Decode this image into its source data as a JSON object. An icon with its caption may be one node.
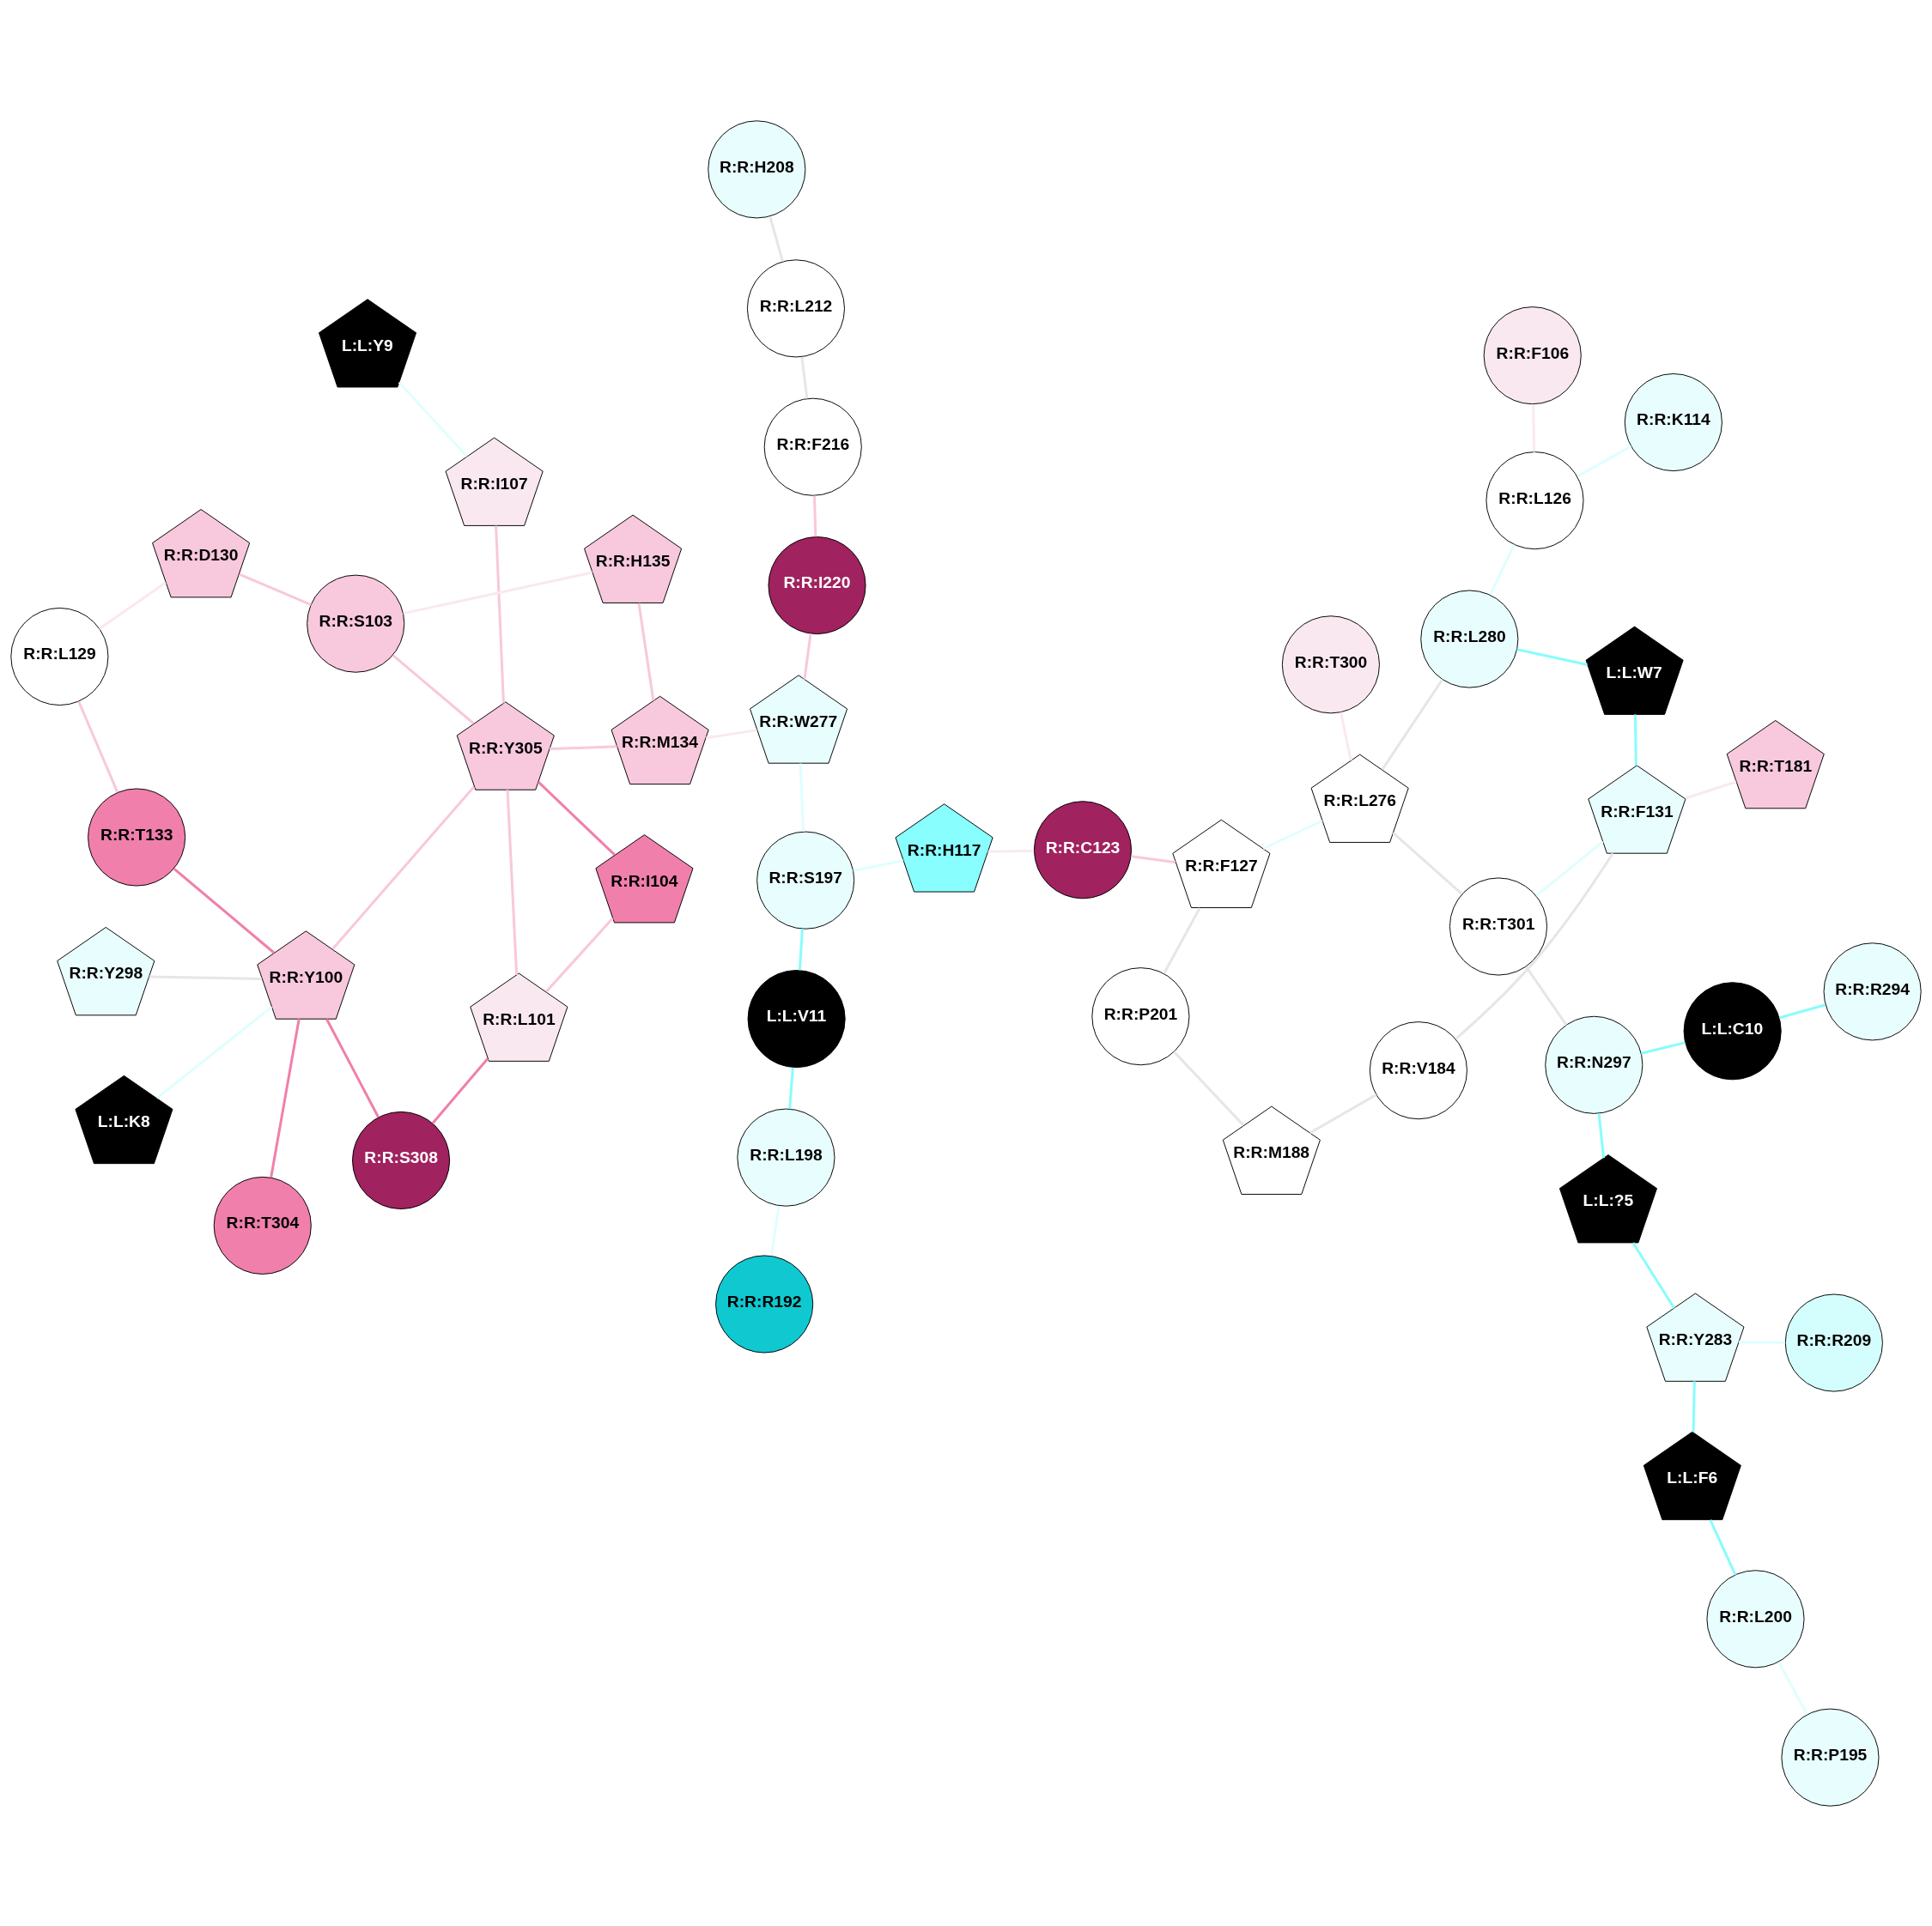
{
  "diagram": {
    "nodes": [
      {
        "text": [
          "R:R:R209"
        ]
      },
      {
        "text": [
          "R:R:T133"
        ]
      },
      {
        "text": [
          "R:R:M134"
        ]
      },
      {
        "text": [
          "R:R:T300"
        ]
      },
      {
        "text": [
          "R:R:T304"
        ]
      },
      {
        "text": [
          "R:R:I220"
        ]
      },
      {
        "text": [
          "R:R:L198"
        ]
      },
      {
        "text": [
          "R:R:Y283"
        ]
      },
      {
        "text": [
          "R:R:N297"
        ]
      },
      {
        "text": [
          "R:R:S308"
        ]
      },
      {
        "text": [
          "R:R:S197"
        ]
      },
      {
        "text": [
          "R:R:L200"
        ]
      },
      {
        "text": [
          "R:R:F216"
        ]
      },
      {
        "text": [
          "R:R:L101"
        ]
      },
      {
        "text": [
          "R:R:R294"
        ]
      },
      {
        "text": [
          "R:R:P201"
        ]
      },
      {
        "text": [
          "L:L:?5"
        ]
      },
      {
        "text": [
          "R:R:H208"
        ]
      },
      {
        "text": [
          "L:L:V11"
        ]
      },
      {
        "text": [
          "L:L:F6"
        ]
      },
      {
        "text": [
          "R:R:S103"
        ]
      },
      {
        "text": [
          "R:R:L126"
        ]
      },
      {
        "text": [
          "R:R:F127"
        ]
      },
      {
        "text": [
          "R:R:P195"
        ]
      },
      {
        "text": [
          "R:R:Y305"
        ]
      },
      {
        "text": [
          "L:L:C10"
        ]
      },
      {
        "text": [
          "L:L:W7"
        ]
      },
      {
        "text": [
          "R:R:I104"
        ]
      },
      {
        "text": [
          "R:R:F131"
        ]
      },
      {
        "text": [
          "R:R:R192"
        ]
      },
      {
        "text": [
          "R:R:T301"
        ]
      },
      {
        "text": [
          "L:L:Y9"
        ]
      },
      {
        "text": [
          "L:L:K8"
        ]
      },
      {
        "text": [
          "R:R:L212"
        ]
      },
      {
        "text": [
          "R:R:F106"
        ]
      },
      {
        "text": [
          "R:R:V184"
        ]
      },
      {
        "text": [
          "R:R:L276"
        ]
      },
      {
        "text": [
          "R:R:W277"
        ]
      },
      {
        "text": [
          "R:R:Y298"
        ]
      },
      {
        "text": [
          "R:R:T181"
        ]
      },
      {
        "text": [
          "R:R:D130"
        ]
      },
      {
        "text": [
          "R:R:I107"
        ]
      },
      {
        "text": [
          "R:R:Y100"
        ]
      },
      {
        "text": [
          "R:R:L280"
        ]
      },
      {
        "text": [
          "R:R:K114"
        ]
      },
      {
        "text": [
          "R:R:H135"
        ]
      },
      {
        "text": [
          "R:R:H117"
        ]
      },
      {
        "text": [
          "R:R:L129"
        ]
      },
      {
        "text": [
          "R:R:M188"
        ]
      },
      {
        "text": [
          "R:R:C123"
        ]
      }
    ],
    "edges": [
      {
        "from": 5,
        "to": 12,
        "arrow": "none",
        "color": "#f8c8dc"
      },
      {
        "from": 5,
        "to": 37,
        "arrow": "none",
        "color": "#f8c8dc"
      },
      {
        "from": 3,
        "to": 36,
        "arrow": "none",
        "color": "#fae8f0"
      },
      {
        "from": 0,
        "to": 7,
        "arrow": "none",
        "color": "#e0fefe"
      },
      {
        "from": 1,
        "to": 47,
        "arrow": "none",
        "color": "#f8c8dc"
      },
      {
        "from": 1,
        "to": 42,
        "arrow": "none",
        "color": "#f07fab"
      },
      {
        "from": 2,
        "to": 45,
        "arrow": "none",
        "color": "#f8c8dc"
      },
      {
        "from": 2,
        "to": 24,
        "arrow": "none",
        "color": "#f8c8dc"
      },
      {
        "from": 2,
        "to": 37,
        "arrow": "none",
        "color": "#fae8f0"
      },
      {
        "from": 7,
        "to": 16,
        "arrow": "none",
        "color": "#88fcfc"
      },
      {
        "from": 7,
        "to": 19,
        "arrow": "none",
        "color": "#88fcfc"
      },
      {
        "from": 8,
        "to": 16,
        "arrow": "none",
        "color": "#88fcfc"
      },
      {
        "from": 8,
        "to": 25,
        "arrow": "none",
        "color": "#88fcfc"
      },
      {
        "from": 8,
        "to": 30,
        "arrow": "none",
        "color": "#e6e6e6"
      },
      {
        "from": 6,
        "to": 18,
        "arrow": "none",
        "color": "#88fcfc"
      },
      {
        "from": 6,
        "to": 29,
        "arrow": "none",
        "color": "#e0fefe"
      },
      {
        "from": 10,
        "to": 18,
        "arrow": "none",
        "color": "#88fcfc"
      },
      {
        "from": 10,
        "to": 37,
        "arrow": "none",
        "color": "#e0fefe"
      },
      {
        "from": 11,
        "to": 19,
        "arrow": "none",
        "color": "#88fcfc"
      },
      {
        "from": 11,
        "to": 23,
        "arrow": "none",
        "color": "#e0fefe"
      },
      {
        "from": 9,
        "to": 13,
        "arrow": "none",
        "color": "#f07fab"
      },
      {
        "from": 9,
        "to": 42,
        "arrow": "none",
        "color": "#f07fab"
      },
      {
        "from": 4,
        "to": 42,
        "arrow": "none",
        "color": "#f07fab"
      },
      {
        "from": 13,
        "to": 24,
        "arrow": "none",
        "color": "#f8c8dc"
      },
      {
        "from": 13,
        "to": 27,
        "arrow": "none",
        "color": "#f8c8dc"
      },
      {
        "from": 20,
        "to": 24,
        "arrow": "none",
        "color": "#f8c8dc"
      },
      {
        "from": 20,
        "to": 40,
        "arrow": "none",
        "color": "#f8c8dc"
      },
      {
        "from": 12,
        "to": 33,
        "arrow": "none",
        "color": "#e6e6e6"
      },
      {
        "from": 17,
        "to": 33,
        "arrow": "none",
        "color": "#e6e6e6"
      },
      {
        "from": 14,
        "to": 25,
        "arrow": "none",
        "color": "#88fcfc"
      },
      {
        "from": 15,
        "to": 22,
        "arrow": "none",
        "color": "#e6e6e6"
      },
      {
        "from": 15,
        "to": 48,
        "arrow": "none",
        "color": "#e6e6e6"
      },
      {
        "from": 21,
        "to": 34,
        "arrow": "none",
        "color": "#fae8f0"
      },
      {
        "from": 21,
        "to": 43,
        "arrow": "none",
        "color": "#e0fefe"
      },
      {
        "from": 22,
        "to": 36,
        "arrow": "none",
        "color": "#e0fefe"
      },
      {
        "from": 22,
        "to": 49,
        "arrow": "none",
        "color": "#f8c8dc"
      },
      {
        "from": 26,
        "to": 28,
        "arrow": "none",
        "color": "#88fcfc"
      },
      {
        "from": 26,
        "to": 43,
        "arrow": "none",
        "color": "#88fcfc"
      },
      {
        "from": 28,
        "to": 35,
        "arrow": "none",
        "color": "#e6e6e6"
      },
      {
        "from": 24,
        "to": 27,
        "arrow": "none",
        "color": "#f07fab"
      },
      {
        "from": 24,
        "to": 42,
        "arrow": "none",
        "color": "#f8c8dc"
      },
      {
        "from": 24,
        "to": 41,
        "arrow": "none",
        "color": "#f8c8dc"
      },
      {
        "from": 30,
        "to": 36,
        "arrow": "none",
        "color": "#e6e6e6"
      },
      {
        "from": 30,
        "to": 28,
        "arrow": "none",
        "color": "#e0fefe"
      },
      {
        "from": 31,
        "to": 41,
        "arrow": "none",
        "color": "#e0fefe"
      },
      {
        "from": 32,
        "to": 42,
        "arrow": "none",
        "color": "#e0fefe"
      },
      {
        "from": 35,
        "to": 48,
        "arrow": "none",
        "color": "#e6e6e6"
      },
      {
        "from": 36,
        "to": 43,
        "arrow": "none",
        "color": "#e6e6e6"
      },
      {
        "from": 38,
        "to": 42,
        "arrow": "none",
        "color": "#e6e6e6"
      },
      {
        "from": 46,
        "to": 49,
        "arrow": "none",
        "color": "#fae8f0"
      },
      {
        "from": 46,
        "to": 10,
        "arrow": "none",
        "color": "#e0fefe"
      },
      {
        "from": 44,
        "to": 21,
        "arrow": "none",
        "color": "#e0fefe"
      },
      {
        "from": 40,
        "to": 47,
        "arrow": "none",
        "color": "#fae8f0"
      },
      {
        "from": 39,
        "to": 28,
        "arrow": "none",
        "color": "#fae8f0"
      },
      {
        "from": 45,
        "to": 20,
        "arrow": "none",
        "color": "#fae8f0"
      }
    ]
  }
}
